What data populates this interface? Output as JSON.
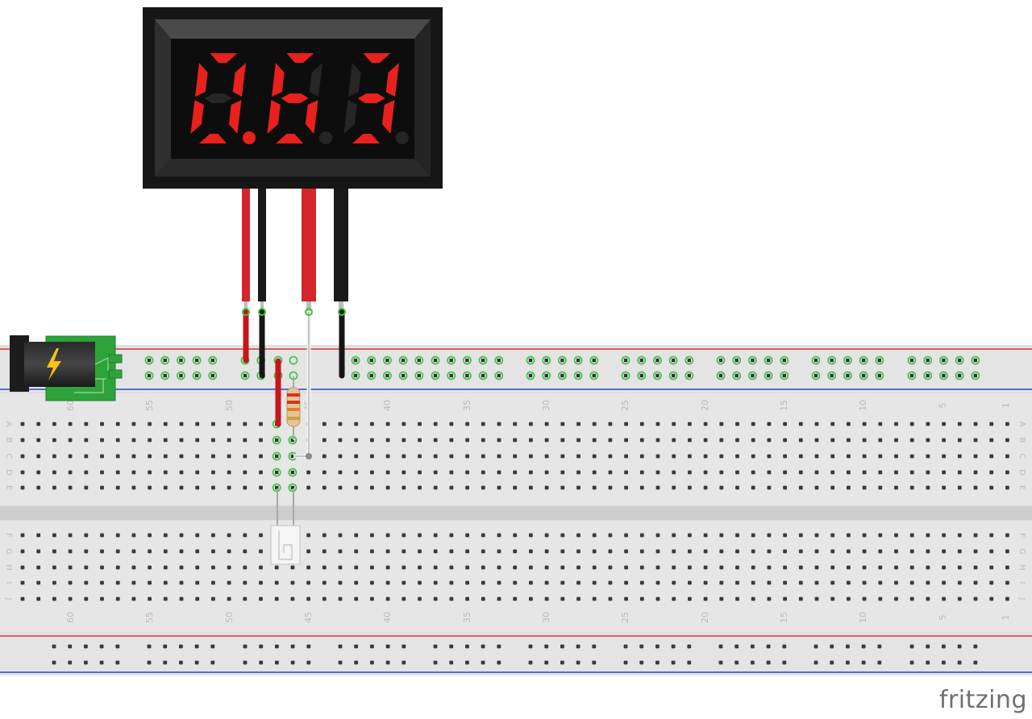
{
  "meter": {
    "digits": [
      "0",
      "6",
      "3"
    ],
    "decimal_after": 1,
    "display_color": "#e8211d",
    "wire_colors": [
      "red",
      "black",
      "red",
      "black"
    ]
  },
  "breadboard": {
    "row_letters_top": [
      "A",
      "B",
      "C",
      "D",
      "E"
    ],
    "row_letters_bottom": [
      "F",
      "G",
      "H",
      "I",
      "J"
    ],
    "column_labels": [
      "60",
      "55",
      "50",
      "45",
      "40",
      "35",
      "30",
      "25",
      "20",
      "15",
      "10",
      "5",
      "1"
    ],
    "rail_top_color": "#d9343a",
    "rail_bottom_color": "#2b45c9",
    "active_hole_color": "#3cc43a"
  },
  "components": {
    "power_jack_icon": "lightning-bolt-icon",
    "resistor": "resistor",
    "sensor": "photoresistor-sensor"
  },
  "brand": "fritzing"
}
